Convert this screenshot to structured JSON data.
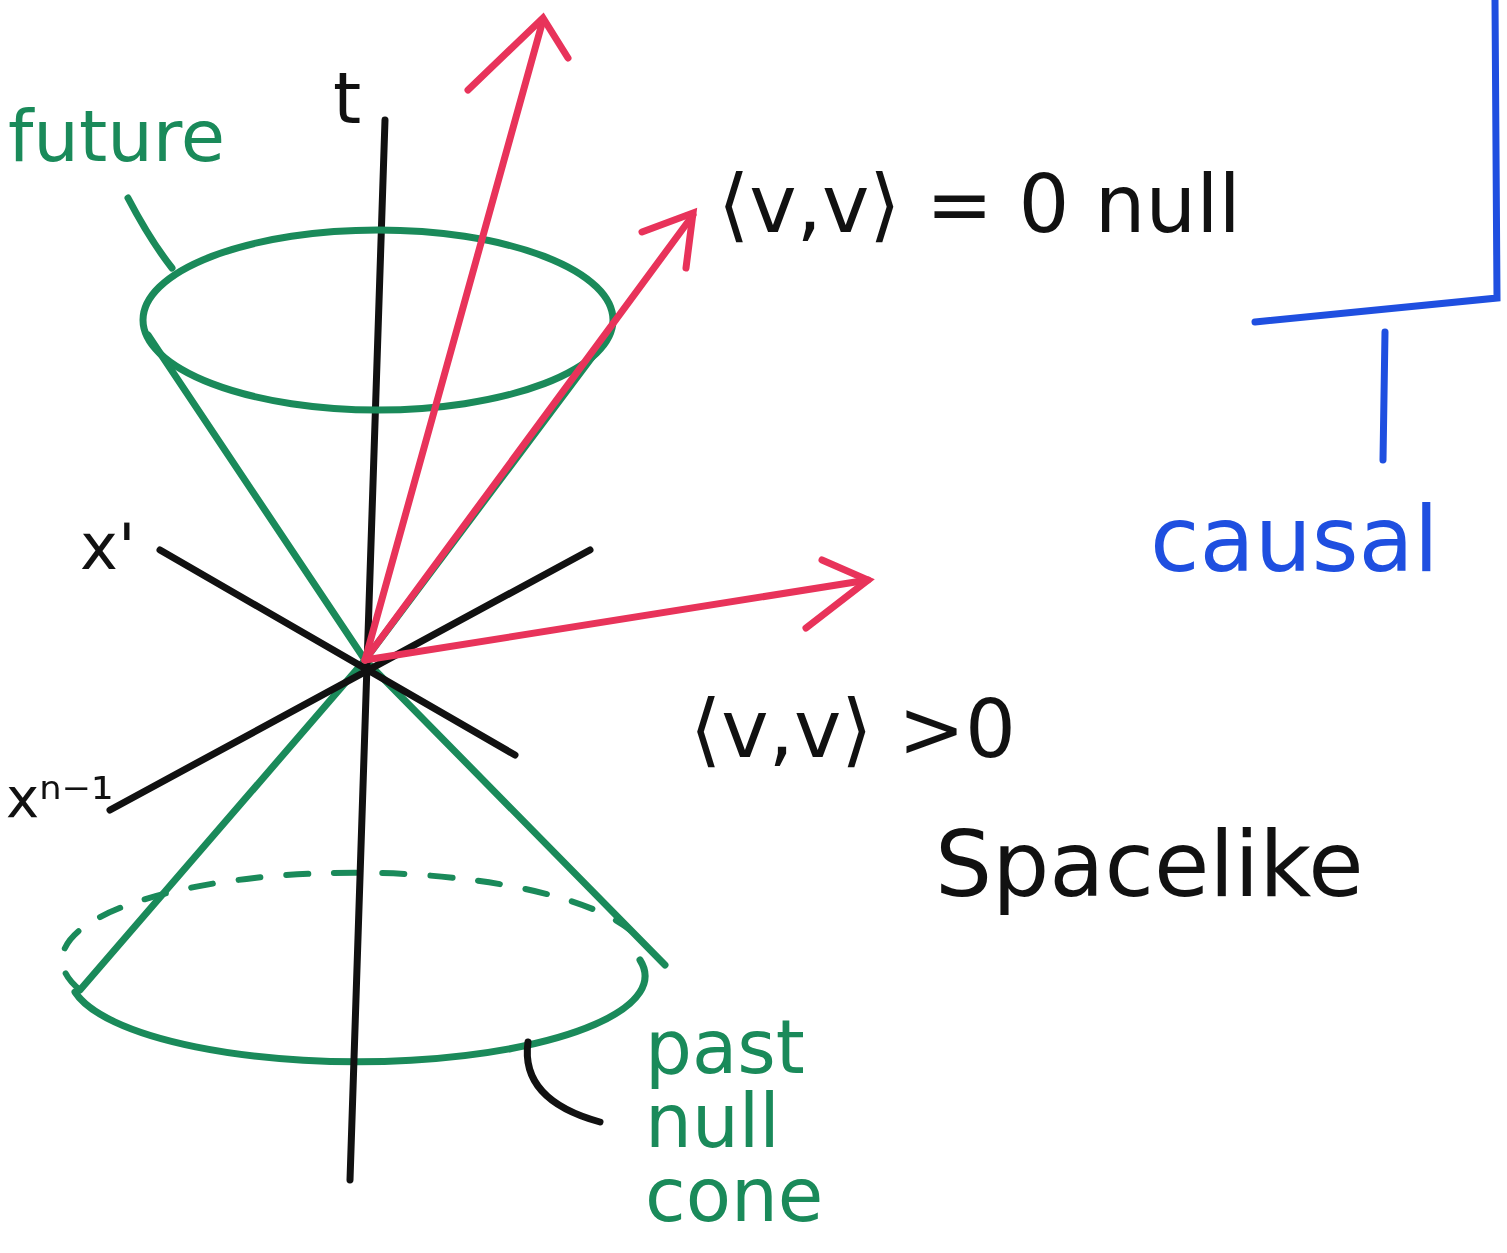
{
  "diagram": {
    "labels": [
      "future",
      "t",
      "⟨v,v⟩ = 0 null",
      "causal",
      "x'",
      "⟨v,v⟩ >0",
      "Spacelike",
      "xⁿ⁻¹",
      "past null cone"
    ]
  }
}
